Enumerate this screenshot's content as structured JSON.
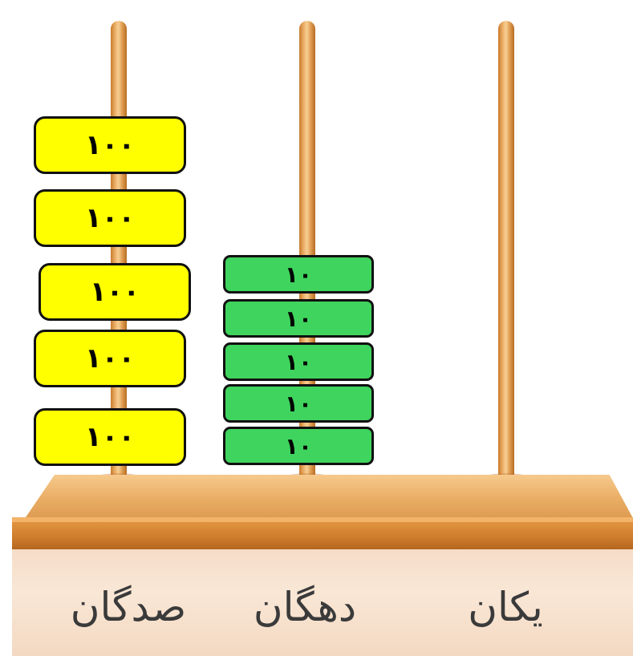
{
  "abacus": {
    "place_labels": {
      "hundreds": "صدگان",
      "tens": "دهگان",
      "ones": "یکان"
    },
    "hundreds_tiles": [
      "۱۰۰",
      "۱۰۰",
      "۱۰۰",
      "۱۰۰",
      "۱۰۰"
    ],
    "tens_tiles": [
      "۱۰",
      "۱۰",
      "۱۰",
      "۱۰",
      "۱۰"
    ],
    "ones_tiles": []
  },
  "colors": {
    "hundreds_tile": "#ffff00",
    "tens_tile": "#3fd45e",
    "tile_border": "#111111",
    "wood": "#e9ad64"
  }
}
